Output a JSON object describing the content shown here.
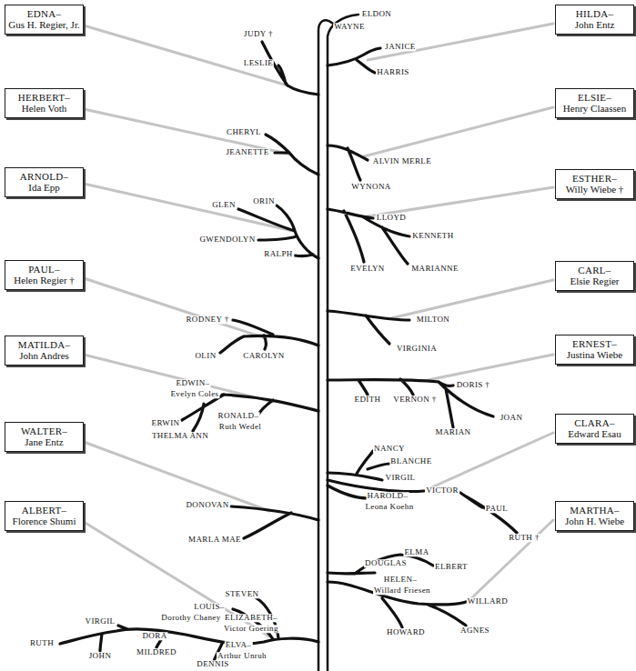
{
  "diagram": {
    "nodes": [
      {
        "text": [
          "EDNA–",
          "Gus H. Regier, Jr."
        ]
      },
      {
        "text": [
          "HILDA–",
          "John Entz"
        ]
      },
      {
        "text": [
          "HERBERT–",
          "Helen Voth"
        ]
      },
      {
        "text": [
          "ELSIE–",
          "Henry Claassen"
        ]
      },
      {
        "text": [
          "ARNOLD–",
          "Ida Epp"
        ]
      },
      {
        "text": [
          "ESTHER–",
          "Willy Wiebe †"
        ]
      },
      {
        "text": [
          "PAUL–",
          "Helen Regier †"
        ]
      },
      {
        "text": [
          "CARL–",
          "Elsie Regier"
        ]
      },
      {
        "text": [
          "MATILDA–",
          "John Andres"
        ]
      },
      {
        "text": [
          "ERNEST–",
          "Justina Wiebe"
        ]
      },
      {
        "text": [
          "WALTER–",
          "Jane Entz"
        ]
      },
      {
        "text": [
          "CLARA–",
          "Edward Esau"
        ]
      },
      {
        "text": [
          "ALBERT–",
          "Florence Shumi"
        ]
      },
      {
        "text": [
          "MARTHA–",
          "John H. Wiebe"
        ]
      }
    ],
    "labels": [
      "JUDY †",
      "LESLIE",
      "WAYNE",
      "ELDON",
      "JANICE",
      "HARRIS",
      "CHERYL",
      "JEANETTE",
      "ALVIN MERLE",
      "WYNONA",
      "GLEN",
      "ORIN",
      "GWENDOLYN",
      "RALPH",
      "LLOYD",
      "KENNETH",
      "EVELYN",
      "MARIANNE",
      "RODNEY †",
      "OLIN",
      "CAROLYN",
      "MILTON",
      "VIRGINIA",
      "EDWIN–",
      "Evelyn Coles",
      "ERWIN",
      "THELMA ANN",
      "RONALD–",
      "Ruth Wedel",
      "EDITH",
      "VERNON †",
      "DORIS †",
      "JOAN",
      "MARIAN",
      "NANCY",
      "BLANCHE",
      "VIRGIL",
      "HAROLD–",
      "Leona Koehn",
      "VICTOR",
      "PAUL",
      "RUTH †",
      "DONOVAN",
      "MARLA MAE",
      "ELMA",
      "DOUGLAS",
      "ELBERT",
      "HELEN–",
      "Willard Friesen",
      "WILLARD",
      "HOWARD",
      "AGNES",
      "STEVEN",
      "LOUIS–",
      "Dorothy Chaney",
      "ELIZABETH–",
      "Victor Goering",
      "VIRGIL",
      "DORA",
      "RUTH",
      "JOHN",
      "MILDRED",
      "ELVA–",
      "Arthur Unruh",
      "DENNIS"
    ]
  }
}
